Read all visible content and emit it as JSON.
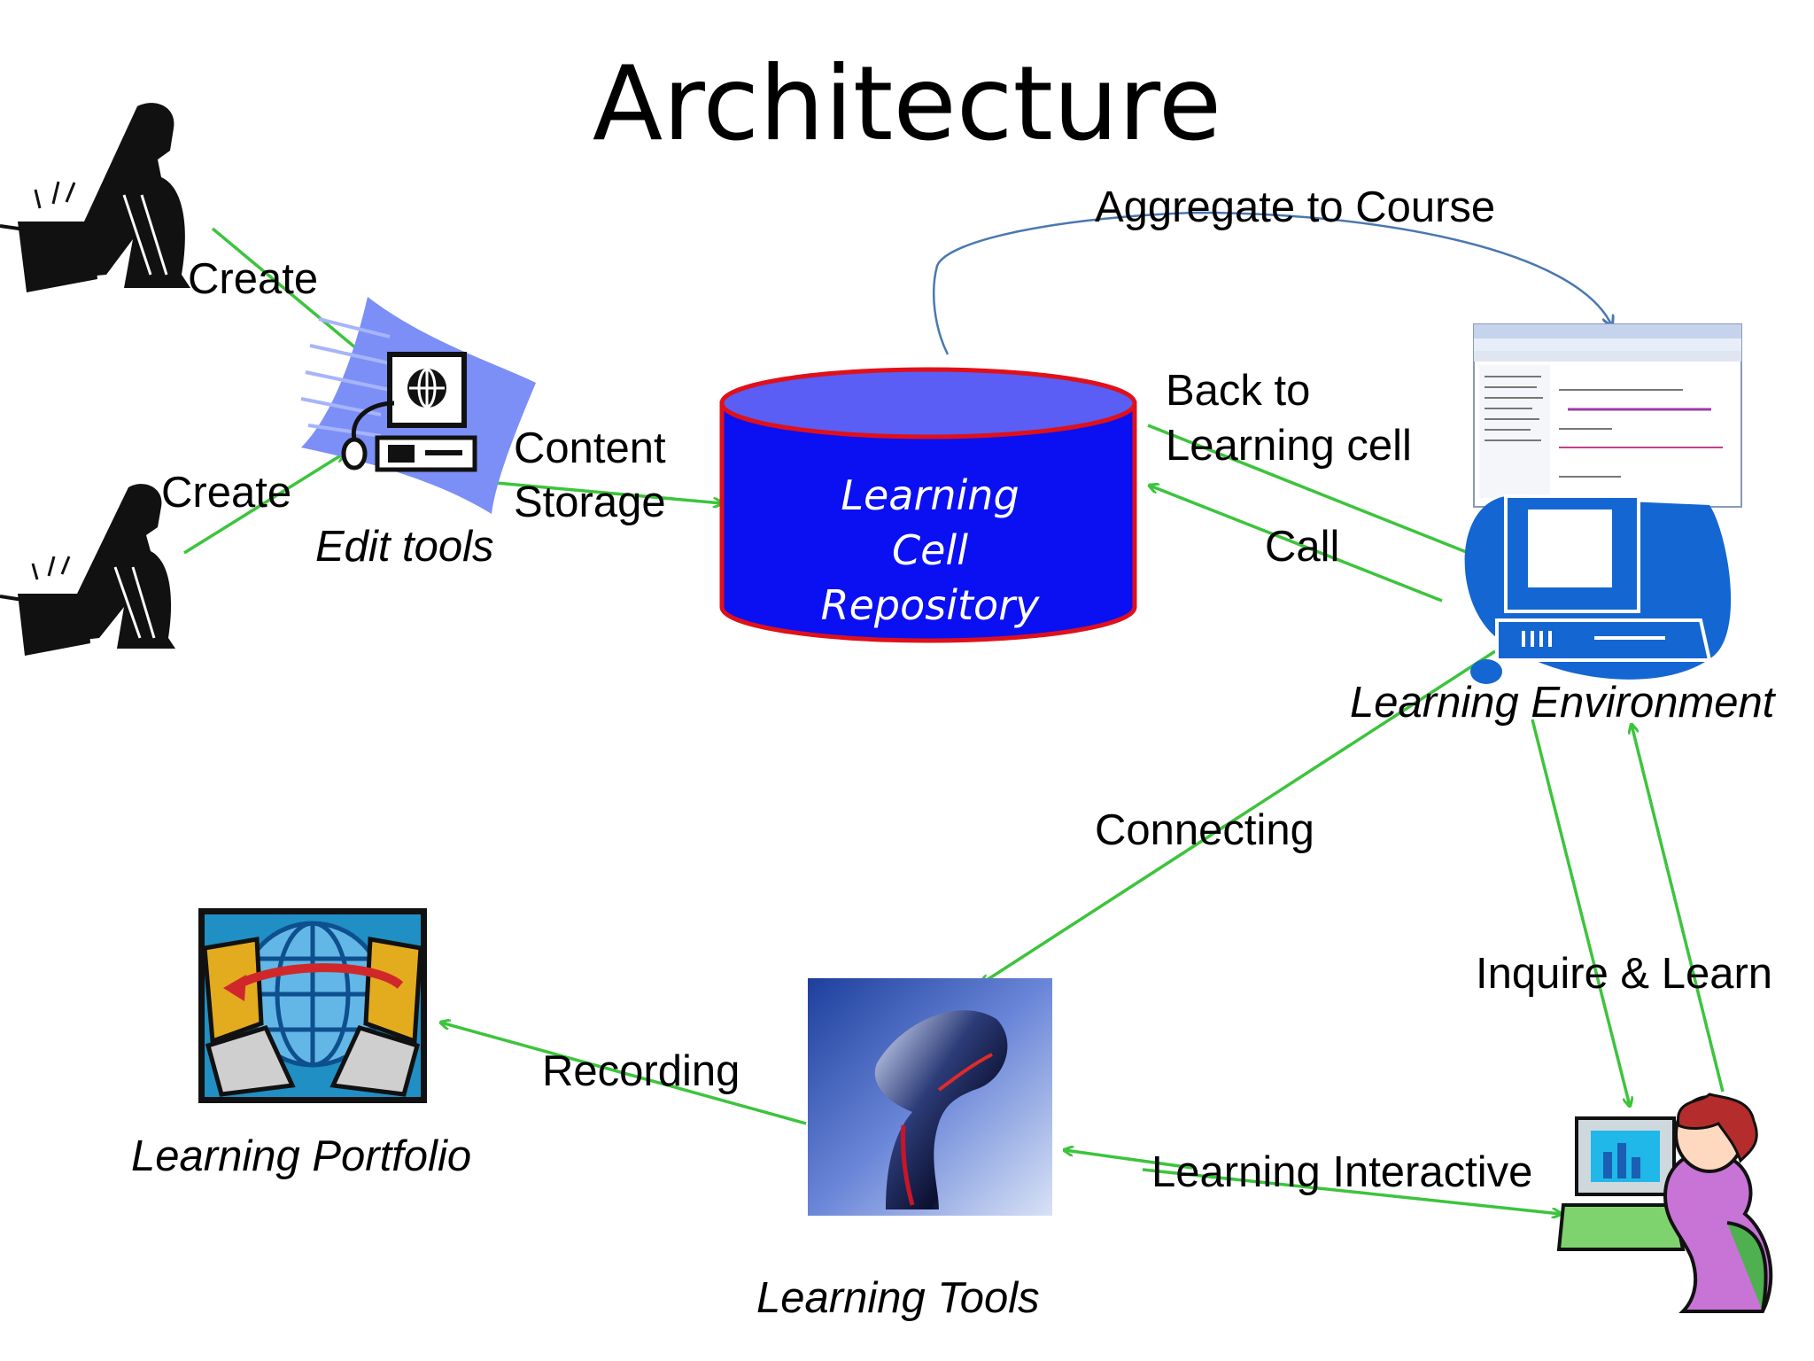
{
  "title": "Architecture",
  "nodes": {
    "edit_tools": "Edit tools",
    "repository_line1": "Learning Cell",
    "repository_line2": "Repository",
    "learning_environment": "Learning Environment",
    "learning_portfolio": "Learning Portfolio",
    "learning_tools": "Learning Tools"
  },
  "edges": {
    "create_top": "Create",
    "create_bottom": "Create",
    "content_line1": "Content",
    "content_line2": "Storage",
    "aggregate": "Aggregate to Course",
    "back_line1": "Back to",
    "back_line2": "Learning cell",
    "call": "Call",
    "connecting": "Connecting",
    "inquire": "Inquire & Learn",
    "recording": "Recording",
    "interactive": "Learning Interactive"
  },
  "colors": {
    "arrow": "#3cc43c",
    "aggregate_arrow": "#4a78b0",
    "cylinder_fill": "#0a10f2",
    "cylinder_top": "#5a5ef4",
    "cylinder_stroke": "#e0101a"
  }
}
